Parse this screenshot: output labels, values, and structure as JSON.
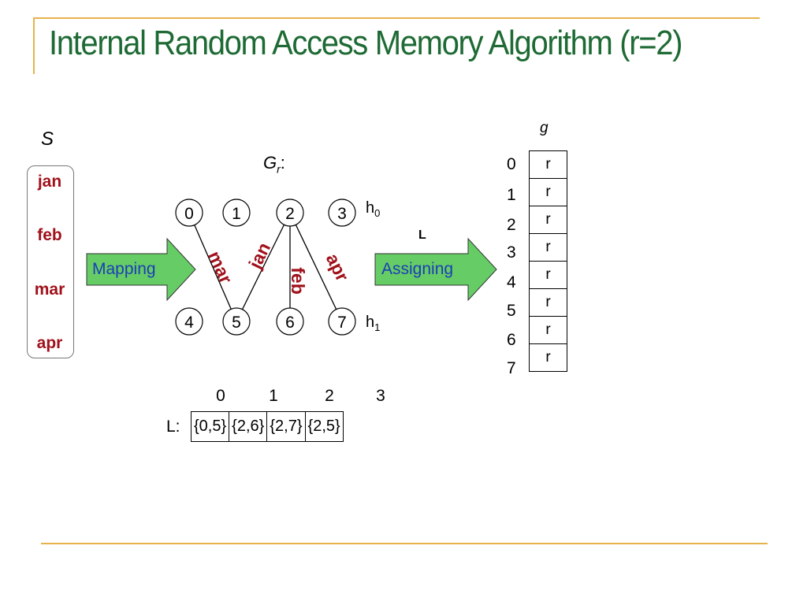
{
  "slide": {
    "title": "Internal Random Access Memory Algorithm (r=2)"
  },
  "set": {
    "label": "S",
    "items": [
      "jan",
      "feb",
      "mar",
      "apr"
    ]
  },
  "graph": {
    "title_main": "G",
    "title_sub": "r",
    "title_suffix": ":",
    "top_nodes": [
      "0",
      "1",
      "2",
      "3"
    ],
    "bottom_nodes": [
      "4",
      "5",
      "6",
      "7"
    ],
    "h0_main": "h",
    "h0_sub": "0",
    "h1_main": "h",
    "h1_sub": "1",
    "edges": [
      {
        "from": 0,
        "to": 5,
        "label": "mar"
      },
      {
        "from": 2,
        "to": 5,
        "label": "jan"
      },
      {
        "from": 2,
        "to": 6,
        "label": "feb"
      },
      {
        "from": 2,
        "to": 7,
        "label": "apr"
      }
    ]
  },
  "arrows": {
    "mapping": "Mapping",
    "assigning": "Assigning",
    "assign_label": "L"
  },
  "g_array": {
    "label": "g",
    "indices": [
      "0",
      "1",
      "2",
      "3",
      "4",
      "5",
      "6",
      "7"
    ],
    "values": [
      "r",
      "r",
      "r",
      "r",
      "r",
      "r",
      "r",
      "r"
    ]
  },
  "L_table": {
    "label": "L:",
    "headers": [
      "0",
      "1",
      "2",
      "3"
    ],
    "values": [
      "{0,5}",
      "{2,6}",
      "{2,7}",
      "{2,5}"
    ]
  },
  "colors": {
    "title": "#1e6a34",
    "frame": "#e6b34a",
    "keys": "#a0111b",
    "arrow_fill": "#66cc66",
    "arrow_text": "#1a3fb5"
  }
}
